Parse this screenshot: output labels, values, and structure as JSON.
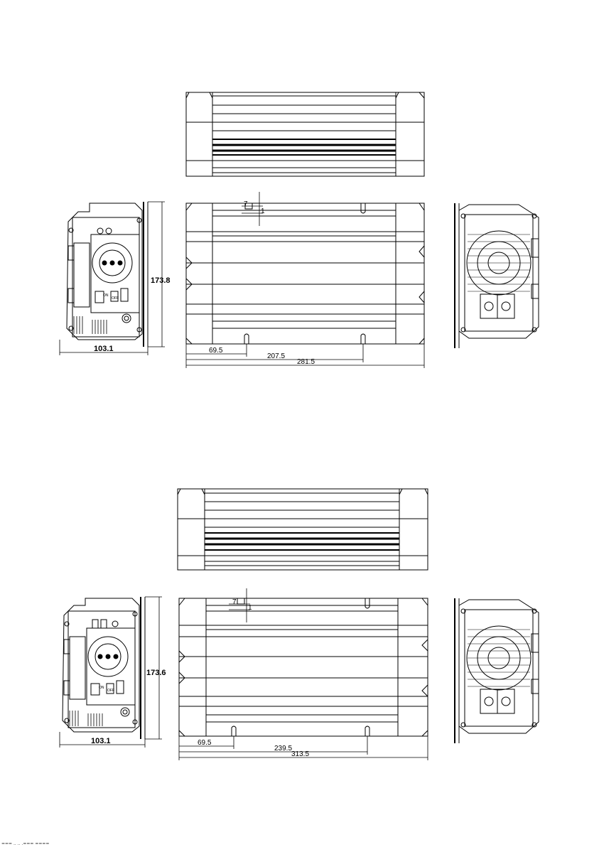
{
  "drawings": [
    {
      "depth": "173.8",
      "width": "103.1",
      "slot_spacing_1": "69.5",
      "slot_spacing_2": "207.5",
      "overall_length": "281.5",
      "slot_width": "7",
      "slot_depth": "1",
      "switch_on": "ON",
      "switch_off": "OFF"
    },
    {
      "depth": "173.6",
      "width": "103.1",
      "slot_spacing_1": "69.5",
      "slot_spacing_2": "239.5",
      "overall_length": "313.5",
      "slot_width": "7",
      "slot_depth": "1",
      "switch_on": "ON",
      "switch_off": "OFF"
    }
  ],
  "footer_text": "===  ..  ..  .===  ===="
}
